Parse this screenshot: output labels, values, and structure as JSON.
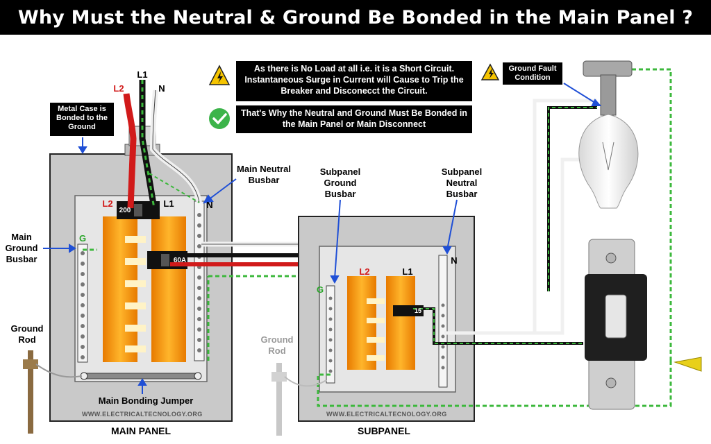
{
  "title": "Why Must the Neutral & Ground Be Bonded in the Main Panel ?",
  "notes": {
    "short_circuit": "As there is No Load at all i.e. it is a Short Circuit. Instantaneous Surge in Current will Cause to Trip the Breaker and Disconecct the Circuit.",
    "bonded": "That's Why the Neutral and Ground Must Be Bonded in the Main Panel or Main Disconnect",
    "ground_fault": "Ground Fault Condition"
  },
  "labels": {
    "metal_case": "Metal Case is Bonded to the Ground",
    "main_neutral_busbar": "Main Neutral Busbar",
    "main_ground_busbar": "Main Ground Busbar",
    "subpanel_ground_busbar": "Subpanel Ground Busbar",
    "subpanel_neutral_busbar": "Subpanel Neutral Busbar",
    "ground_rod_main": "Ground Rod",
    "ground_rod_sub": "Ground Rod",
    "main_bonding_jumper": "Main Bonding Jumper",
    "main_panel": "MAIN PANEL",
    "subpanel": "SUBPANEL"
  },
  "wires": {
    "l1": "L1",
    "l2": "L2",
    "n": "N",
    "g": "G",
    "panel_l2": "L2",
    "panel_l1": "L1",
    "panel_n": "N",
    "sub_l2": "L2",
    "sub_l1": "L1",
    "sub_n": "N",
    "sub_g": "G"
  },
  "breakers": {
    "main": "200",
    "feeder": "60A",
    "sub": "15"
  },
  "watermark": "WWW.ELECTRICALTECNOLOGY.ORG",
  "colors": {
    "hot_l2": "#d11a1a",
    "hot_l1": "#111111",
    "neutral": "#ffffff",
    "ground": "#2aa52a",
    "panel_case": "#c8c8c8",
    "busbar_copper": "#f29a1a",
    "title_bg": "#000000"
  }
}
